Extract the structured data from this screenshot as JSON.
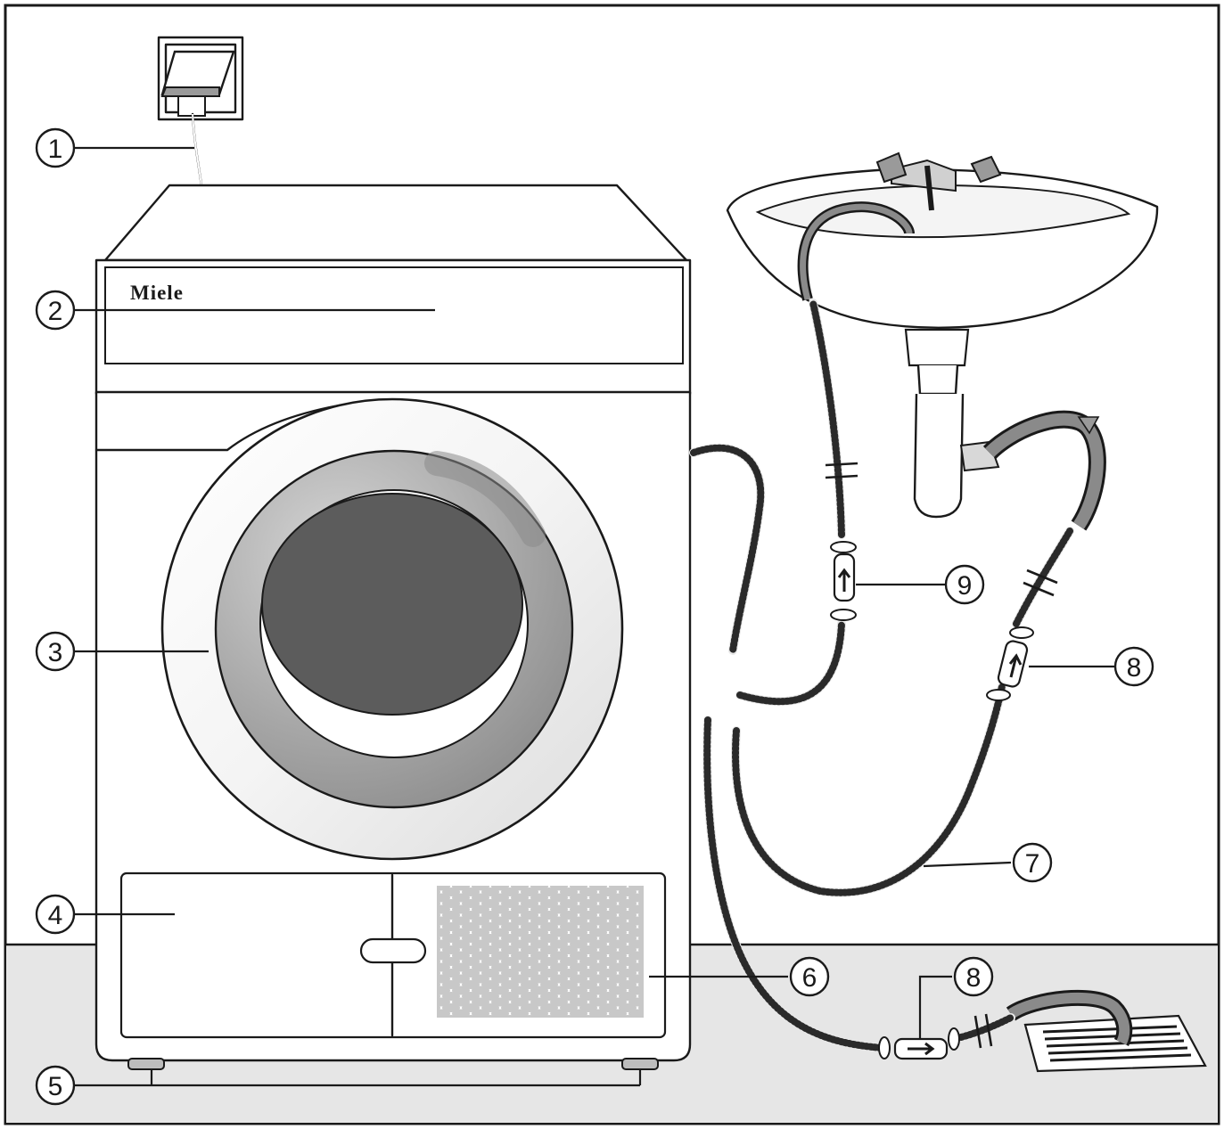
{
  "brand": {
    "label": "Miele"
  },
  "callouts": [
    {
      "id": "c1",
      "number": "1"
    },
    {
      "id": "c2",
      "number": "2"
    },
    {
      "id": "c3",
      "number": "3"
    },
    {
      "id": "c4",
      "number": "4"
    },
    {
      "id": "c5",
      "number": "5"
    },
    {
      "id": "c6",
      "number": "6"
    },
    {
      "id": "c7",
      "number": "7"
    },
    {
      "id": "c8a",
      "number": "8"
    },
    {
      "id": "c8b",
      "number": "8"
    },
    {
      "id": "c9",
      "number": "9"
    }
  ],
  "icons": {
    "socket": "power-socket-icon",
    "sink": "sink-icon",
    "floor_drain": "floor-drain-icon",
    "valve": "non-return-valve-icon"
  },
  "colors": {
    "ink": "#1a1a1a",
    "floor": "#e6e6e6",
    "window": "#5c5c5c",
    "door_ring": "#a8a8a8"
  }
}
